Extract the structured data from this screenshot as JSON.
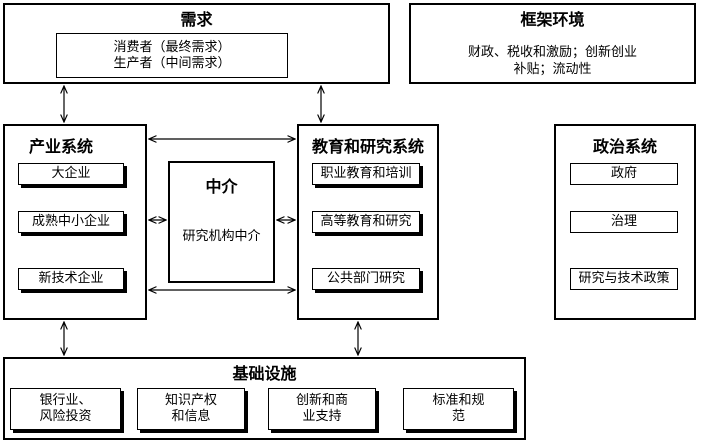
{
  "demand": {
    "title": "需求",
    "items": [
      "消费者（最终需求）",
      "生产者（中间需求）"
    ]
  },
  "framework": {
    "title": "框架环境",
    "lines": [
      "财政、税收和激励；创新创业",
      "补贴；流动性"
    ]
  },
  "industry": {
    "title": "产业系统",
    "items": [
      "大企业",
      "成熟中小企业",
      "新技术企业"
    ]
  },
  "intermediary": {
    "title": "中介",
    "item": "研究机构中介"
  },
  "education": {
    "title": "教育和研究系统",
    "items": [
      "职业教育和培训",
      "高等教育和研究",
      "公共部门研究"
    ]
  },
  "political": {
    "title": "政治系统",
    "items": [
      "政府",
      "治理",
      "研究与技术政策"
    ]
  },
  "infrastructure": {
    "title": "基础设施",
    "items": [
      "银行业、\n风险投资",
      "知识产权\n和信息",
      "创新和商\n业支持",
      "标准和规\n范"
    ]
  }
}
